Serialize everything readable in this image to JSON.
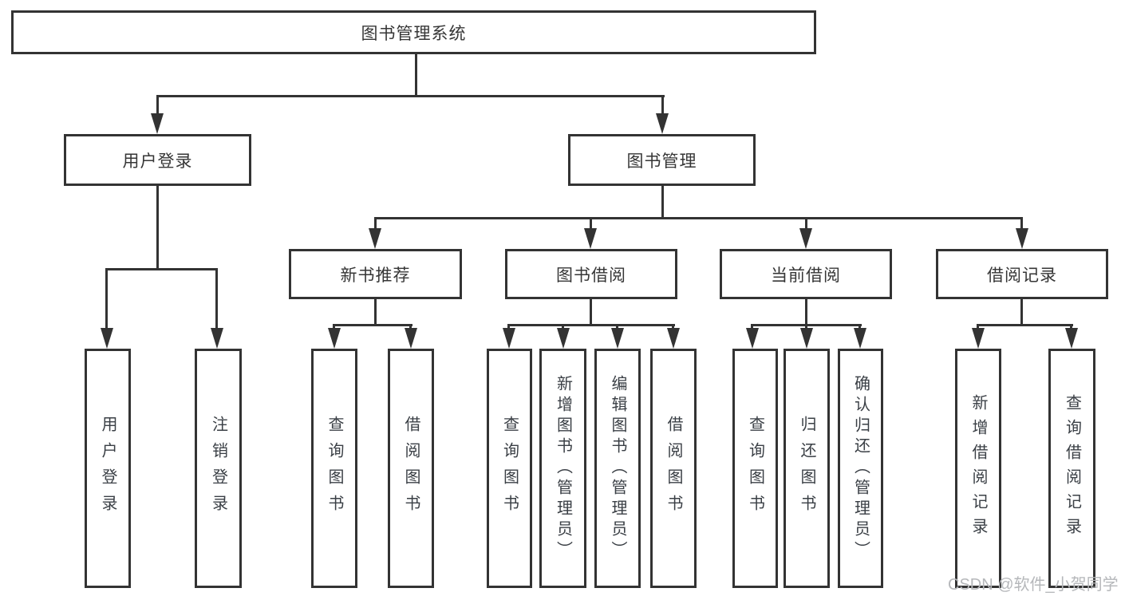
{
  "diagram": {
    "title": "图书管理系统",
    "level2": [
      {
        "label": "用户登录"
      },
      {
        "label": "图书管理"
      }
    ],
    "level3": [
      {
        "label": "新书推荐"
      },
      {
        "label": "图书借阅"
      },
      {
        "label": "当前借阅"
      },
      {
        "label": "借阅记录"
      }
    ],
    "leaves": [
      {
        "label": "用户登录"
      },
      {
        "label": "注销登录"
      },
      {
        "label": "查询图书"
      },
      {
        "label": "借阅图书"
      },
      {
        "label": "查询图书"
      },
      {
        "label": "新增图书（管理员）"
      },
      {
        "label": "编辑图书（管理员）"
      },
      {
        "label": "借阅图书"
      },
      {
        "label": "查询图书"
      },
      {
        "label": "归还图书"
      },
      {
        "label": "确认归还（管理员）"
      },
      {
        "label": "新增借阅记录"
      },
      {
        "label": "查询借阅记录"
      }
    ]
  },
  "watermark": {
    "text": "CSDN @软件_小贺同学"
  },
  "colors": {
    "line": "#333333",
    "text": "#333333",
    "watermark": "#b5b7ba",
    "background": "#ffffff"
  }
}
